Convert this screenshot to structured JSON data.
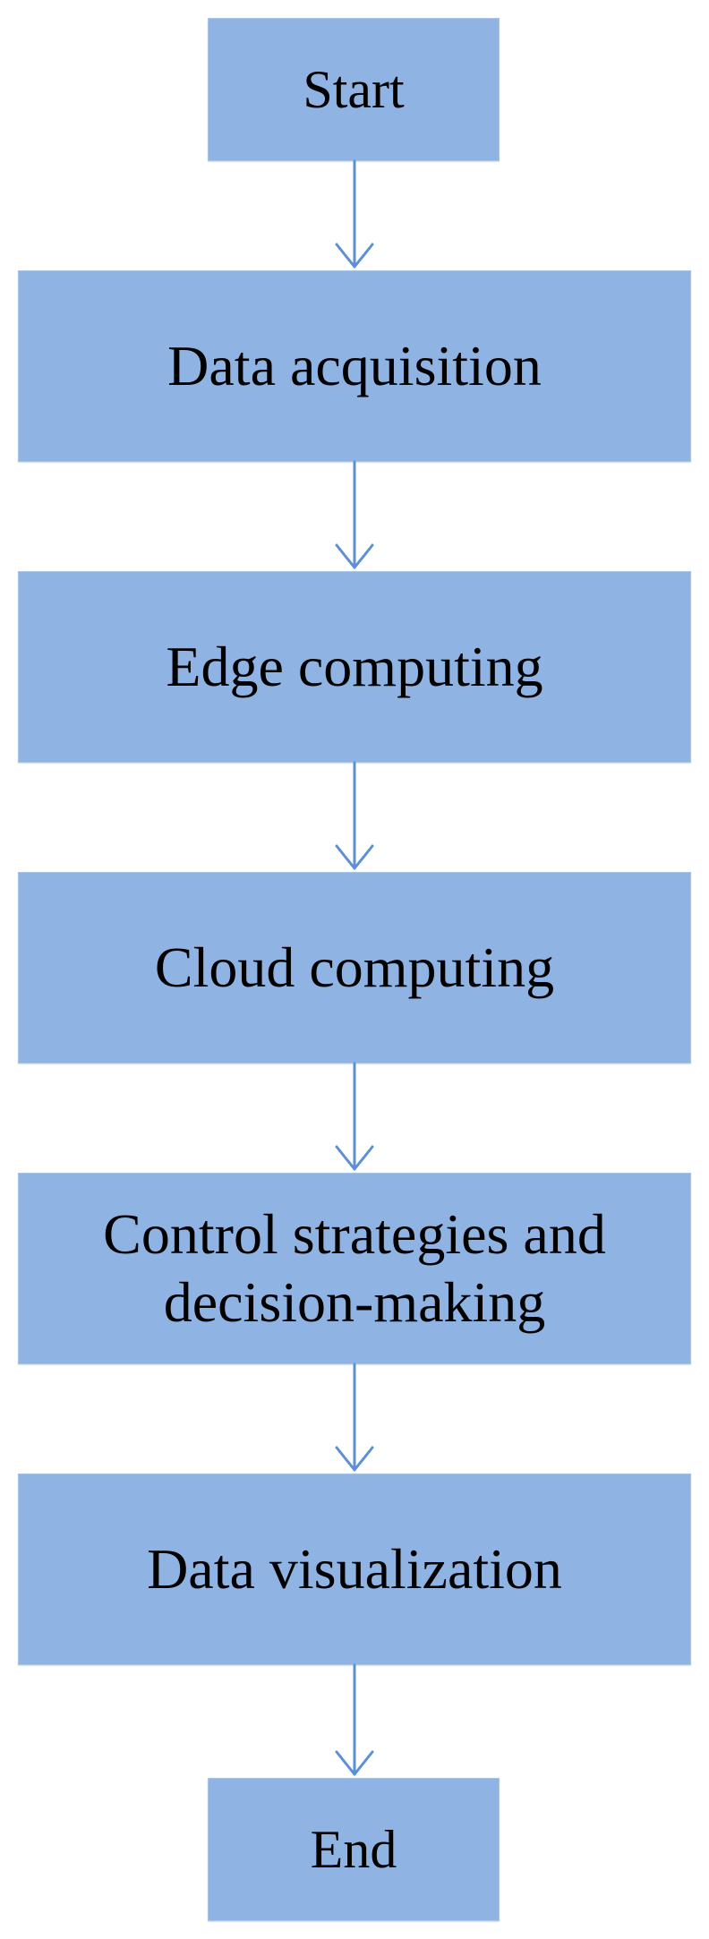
{
  "flowchart": {
    "steps": [
      {
        "label": "Start"
      },
      {
        "label": "Data acquisition"
      },
      {
        "label": "Edge computing"
      },
      {
        "label": "Cloud computing"
      },
      {
        "label": "Control strategies and\ndecision-making"
      },
      {
        "label": "Data visualization"
      },
      {
        "label": "End"
      }
    ]
  }
}
